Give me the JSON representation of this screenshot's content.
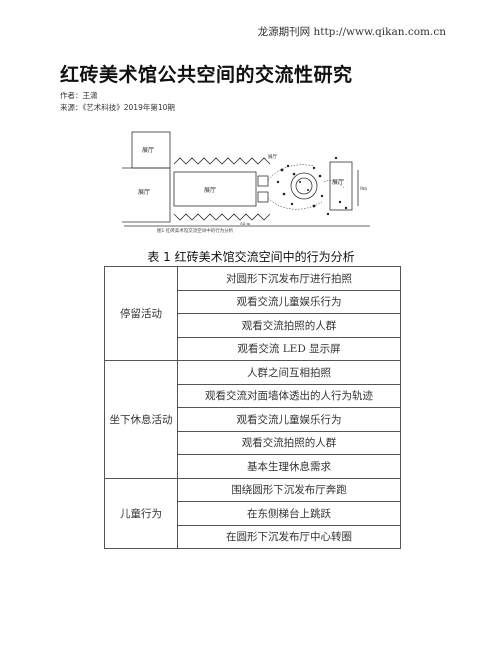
{
  "site_header": "龙源期刊网 http://www.qikan.com.cn",
  "title": "红砖美术馆公共空间的交流性研究",
  "author_line": "作者：王潇",
  "source_line": "来源：《艺术科技》2019年第10期",
  "figure": {
    "labels": [
      "展厅",
      "展厅",
      "展厅",
      "展厅",
      "展厅"
    ],
    "scale_text": "54 m",
    "side_text": "9m",
    "caption": "图1 红砖美术馆交流空间中的行为分析"
  },
  "table": {
    "title": "表 1 红砖美术馆交流空间中的行为分析",
    "groups": [
      {
        "category": "停留活动",
        "items": [
          "对圆形下沉发布厅进行拍照",
          "观看交流儿童娱乐行为",
          "观看交流拍照的人群",
          "观看交流 LED 显示屏"
        ]
      },
      {
        "category": "坐下休息活动",
        "items": [
          "人群之间互相拍照",
          "观看交流对面墙体透出的人行为轨迹",
          "观看交流儿童娱乐行为",
          "观看交流拍照的人群",
          "基本生理休息需求"
        ]
      },
      {
        "category": "儿童行为",
        "items": [
          "围绕圆形下沉发布厅奔跑",
          "在东侧梯台上跳跃",
          "在圆形下沉发布厅中心转圈"
        ]
      }
    ]
  }
}
